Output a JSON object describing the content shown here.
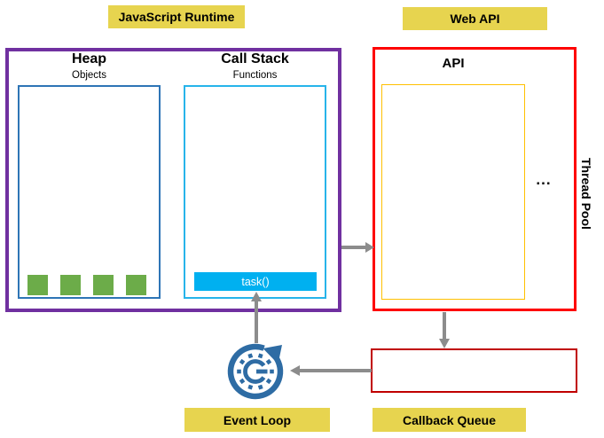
{
  "labels": {
    "javascript_runtime": "JavaScript Runtime",
    "web_api": "Web API",
    "event_loop": "Event Loop",
    "callback_queue": "Callback Queue"
  },
  "runtime": {
    "heap": {
      "title": "Heap",
      "subtitle": "Objects",
      "object_count": 4
    },
    "call_stack": {
      "title": "Call Stack",
      "subtitle": "Functions",
      "top_frame": "task()"
    }
  },
  "web_api": {
    "title": "API",
    "ellipsis": "...",
    "side_label": "Thread Pool"
  },
  "colors": {
    "label-bg": "#E7D44F",
    "runtime-border": "#7030A0",
    "heap-border": "#2E75B6",
    "stack-border": "#27B4EA",
    "task-fill": "#00B0F0",
    "object-green": "#6CAC49",
    "webapi-border": "#FE0000",
    "api-inner-border": "#FFC000",
    "queue-border": "#C00000",
    "arrow": "#8C8C8C",
    "icon-blue": "#2E6CA4"
  }
}
